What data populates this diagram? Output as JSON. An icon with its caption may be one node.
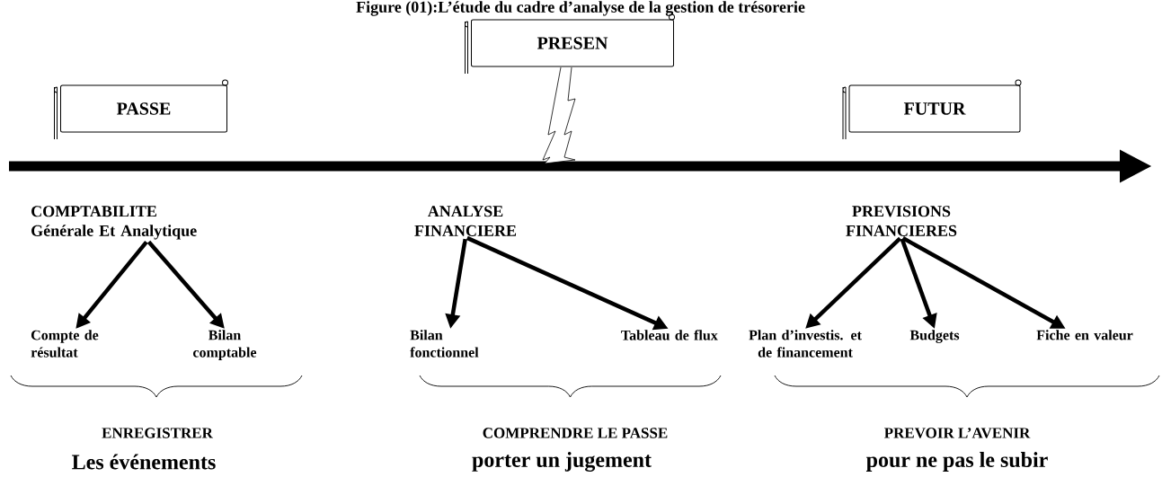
{
  "diagram": {
    "title": "Figure (01):L’étude du cadre d’analyse de la gestion de trésorerie",
    "nodes": [
      {
        "text": [
          "PASSE"
        ]
      },
      {
        "text": [
          "PRESEN"
        ]
      },
      {
        "text": [
          "FUTUR"
        ]
      },
      {
        "text": [
          "COMPTABILITE",
          "Générale Et Analytique"
        ]
      },
      {
        "text": [
          "Compte de résultat"
        ]
      },
      {
        "text": [
          "Bilan comptable"
        ]
      },
      {
        "text": [
          "ANALYSE FINANCIERE"
        ]
      },
      {
        "text": [
          "Bilan fonctionnel"
        ]
      },
      {
        "text": [
          "Tableau de flux"
        ]
      },
      {
        "text": [
          "PREVISIONS FINANCIERES"
        ]
      },
      {
        "text": [
          "Plan d’investis. et de financement"
        ]
      },
      {
        "text": [
          "Budgets"
        ]
      },
      {
        "text": [
          "Fiche en valeur"
        ]
      }
    ],
    "edges": [
      {
        "from": 3,
        "to": 4,
        "arrow": "to"
      },
      {
        "from": 3,
        "to": 5,
        "arrow": "to"
      },
      {
        "from": 6,
        "to": 7,
        "arrow": "to"
      },
      {
        "from": 6,
        "to": 8,
        "arrow": "to"
      },
      {
        "from": 9,
        "to": 10,
        "arrow": "to"
      },
      {
        "from": 9,
        "to": 11,
        "arrow": "to"
      },
      {
        "from": 9,
        "to": 12,
        "arrow": "to"
      }
    ],
    "labels": [
      "ENREGISTRER",
      "COMPRENDRE LE PASSE",
      "PREVOIR L’AVENIR",
      "Les événements",
      "porter un jugement",
      "pour ne pas le subir"
    ]
  }
}
